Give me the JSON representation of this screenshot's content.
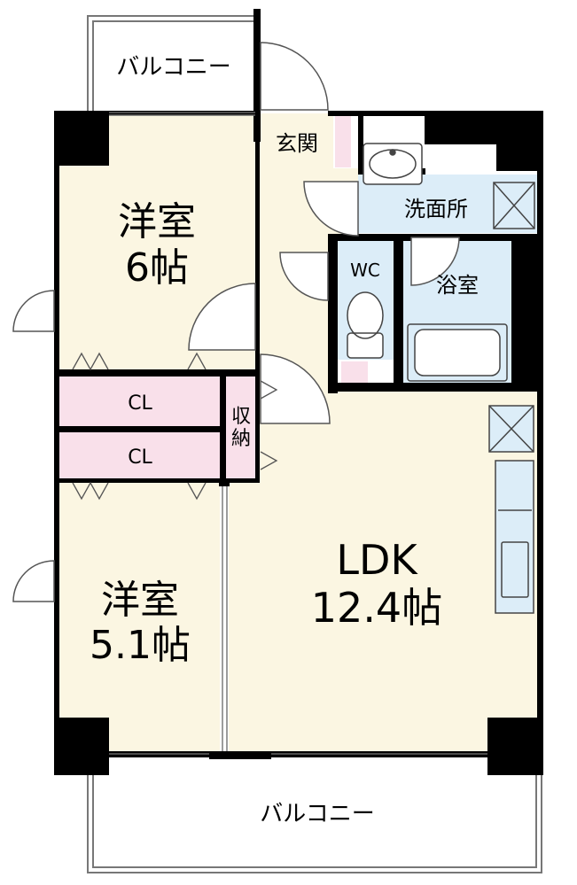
{
  "rooms": {
    "balcony_top": "バルコニー",
    "balcony_bottom": "バルコニー",
    "genkan": "玄関",
    "senmenjo": "洗面所",
    "wc": "WC",
    "yokushitsu": "浴室",
    "yoshitsu1_name": "洋室",
    "yoshitsu1_size": "6帖",
    "yoshitsu2_name": "洋室",
    "yoshitsu2_size": "5.1帖",
    "cl_upper": "CL",
    "cl_lower": "CL",
    "shuno_line1": "収",
    "shuno_line2": "納",
    "ldk_name": "LDK",
    "ldk_size": "12.4帖"
  },
  "colors": {
    "floor": "#fbf6e2",
    "wet_area": "#dcedf8",
    "closet": "#f9e0ea",
    "wall": "#000000",
    "line": "#555555"
  }
}
